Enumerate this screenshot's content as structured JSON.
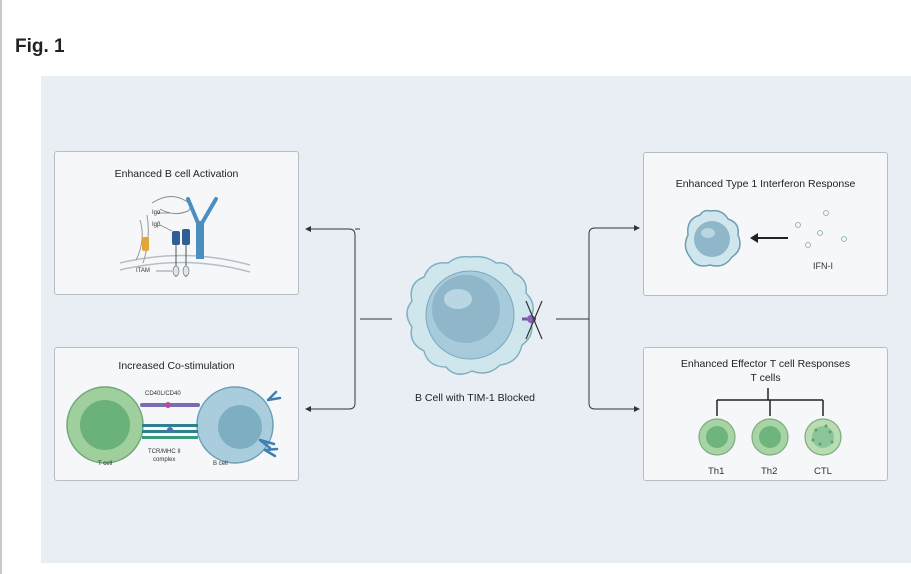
{
  "figure_label": "Fig. 1",
  "center": {
    "label": "B Cell with TIM-1 Blocked"
  },
  "panels": {
    "activation": {
      "title": "Enhanced B cell Activation",
      "labels": {
        "iga": "Igα",
        "igb": "Igβ",
        "itam": "ITAM"
      }
    },
    "costim": {
      "title": "Increased Co-stimulation",
      "labels": {
        "cd40": "CD40L/CD40",
        "tcr": "TCR/MHC II",
        "complex": "complex",
        "tcell": "T cell",
        "bcell": "B cell"
      }
    },
    "interferon": {
      "title": "Enhanced Type 1 Interferon Response",
      "labels": {
        "ifn": "IFN-I"
      }
    },
    "effector": {
      "title": "Enhanced Effector T cell Responses",
      "subtitle": "T cells",
      "cells": [
        "Th1",
        "Th2",
        "CTL"
      ]
    }
  },
  "colors": {
    "canvas": "#e9eef5",
    "panel_bg": "#f6f7f9",
    "cell_blue": "#8fb7c7",
    "nucleus_blue": "#6e9fb5",
    "tcell_green": "#8cc59a",
    "receptor_blue": "#3f7fb0",
    "arrow": "#333333"
  }
}
